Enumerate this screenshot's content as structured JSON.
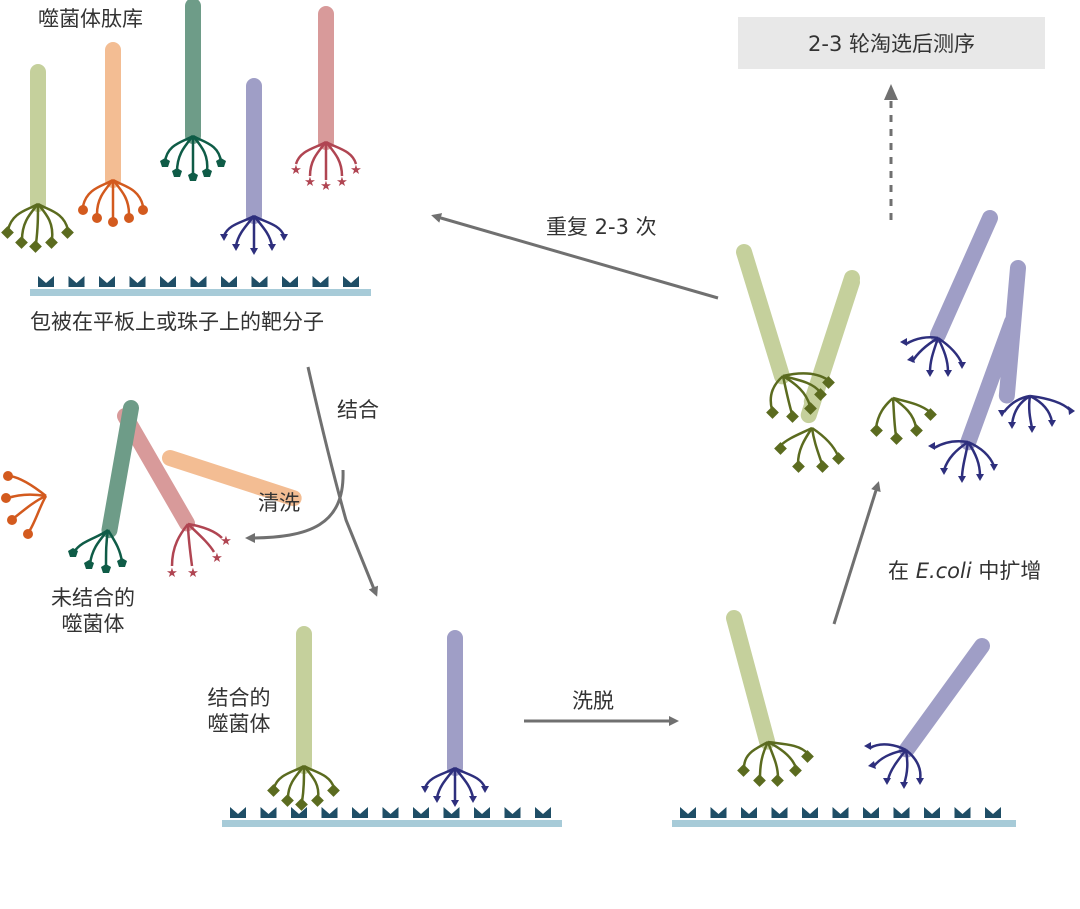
{
  "labels": {
    "library": "噬菌体肽库",
    "target": "包被在平板上或珠子上的靶分子",
    "binding": "结合",
    "washing": "清洗",
    "unbound_line1": "未结合的",
    "unbound_line2": "噬菌体",
    "bound_line1": "结合的",
    "bound_line2": "噬菌体",
    "elution": "洗脱",
    "amplify_prefix": "在 ",
    "amplify_italic": "E.coli",
    "amplify_suffix": " 中扩增",
    "repeat": "重复 2-3 次",
    "sequencing": "2-3 轮淘选后测序"
  },
  "colors": {
    "green_body": "#c5d09c",
    "green_tip": "#5b6b1f",
    "orange_body": "#f3bd93",
    "orange_tip": "#d35a1e",
    "teal_body": "#6e9c88",
    "teal_tip": "#0f5c47",
    "purple_body": "#9f9ec6",
    "purple_tip": "#2e2f7d",
    "pink_body": "#d89a9a",
    "pink_tip": "#b04552",
    "plate": "#a7cbd8",
    "plate_marks": "#1f4e66",
    "arrow": "#707070"
  }
}
